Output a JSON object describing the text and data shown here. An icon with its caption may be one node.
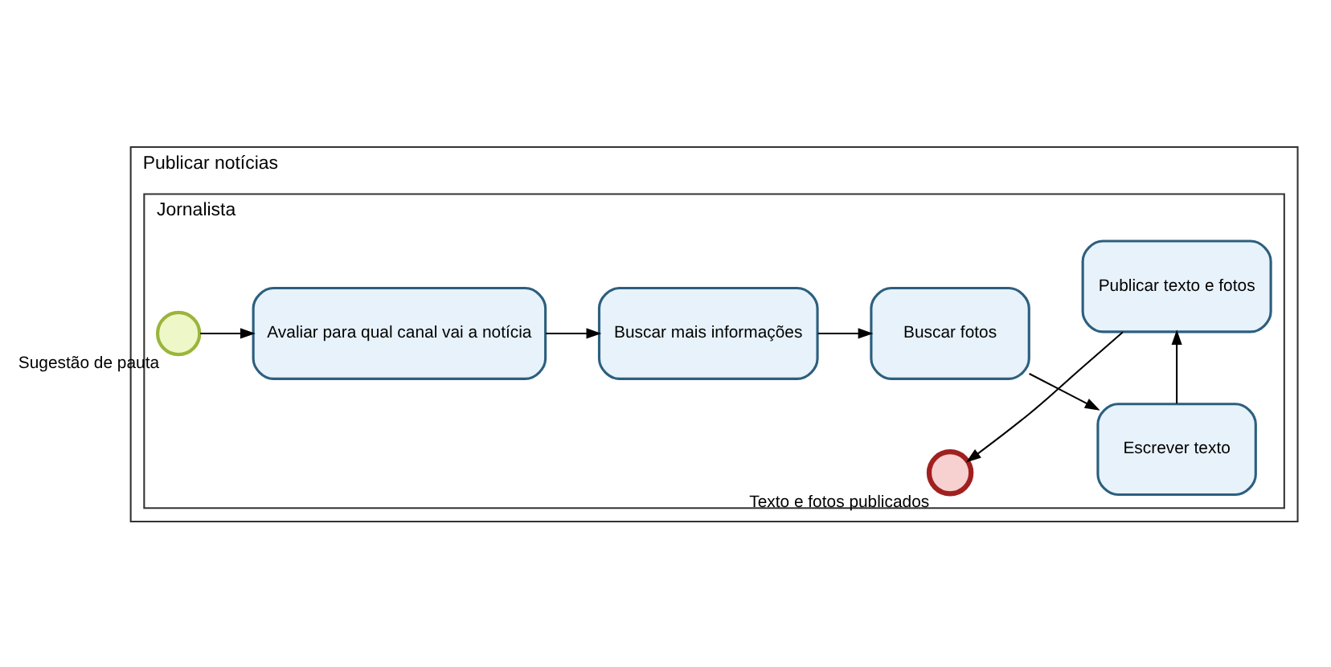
{
  "diagram": {
    "nodes": [
      {
        "text": [
          "Publicar notícias"
        ]
      },
      {
        "text": [
          "Jornalista"
        ],
        "in": 0
      },
      {
        "text": [],
        "shape": "circle",
        "beside": [
          "Sugestão de pauta"
        ],
        "in": 1
      },
      {
        "text": [
          "Avaliar para qual canal vai a notícia"
        ],
        "in": 1
      },
      {
        "text": [
          "Buscar mais informações"
        ],
        "in": 1
      },
      {
        "text": [
          "Buscar fotos"
        ],
        "in": 1
      },
      {
        "text": [
          "Escrever texto"
        ],
        "in": 1
      },
      {
        "text": [
          "Publicar texto e fotos"
        ],
        "in": 1
      },
      {
        "text": [],
        "shape": "circle",
        "beside": [
          "Texto e fotos publicados"
        ],
        "in": 1
      }
    ],
    "edges": [
      {
        "from": 2,
        "to": 3,
        "arrow": "to"
      },
      {
        "from": 3,
        "to": 4,
        "arrow": "to"
      },
      {
        "from": 4,
        "to": 5,
        "arrow": "to"
      },
      {
        "from": 5,
        "to": 6,
        "arrow": "to"
      },
      {
        "from": 6,
        "to": 7,
        "arrow": "to"
      },
      {
        "from": 7,
        "to": 8,
        "arrow": "to"
      }
    ]
  }
}
